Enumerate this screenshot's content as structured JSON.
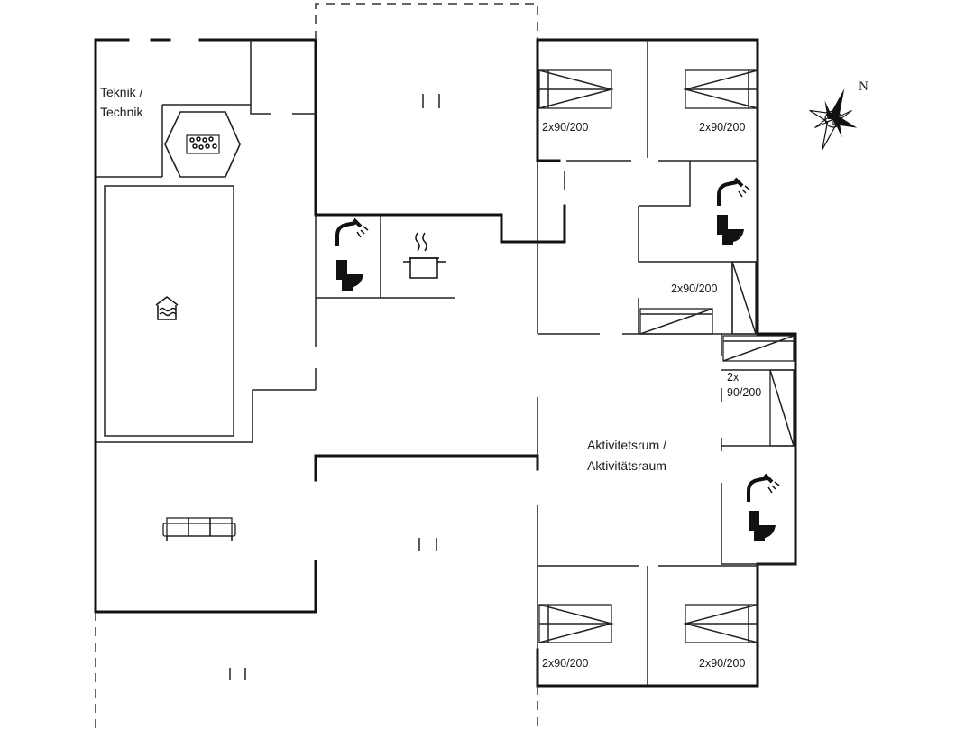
{
  "rooms": {
    "technik_line1": "Teknik /",
    "technik_line2": "Technik",
    "activity_line1": "Aktivitetsrum /",
    "activity_line2": "Aktivitätsraum"
  },
  "beds": {
    "top_left": "2x90/200",
    "top_right": "2x90/200",
    "middle": "2x90/200",
    "side_line1": "2x",
    "side_line2": "90/200",
    "bottom_left": "2x90/200",
    "bottom_right": "2x90/200"
  },
  "compass": {
    "north_label": "N"
  },
  "icons": [
    "sauna-icon",
    "pool-icon",
    "shower-icon",
    "toilet-icon",
    "cooking-pot-icon",
    "sofa-icon",
    "compass-rose-icon",
    "bed-icon"
  ]
}
